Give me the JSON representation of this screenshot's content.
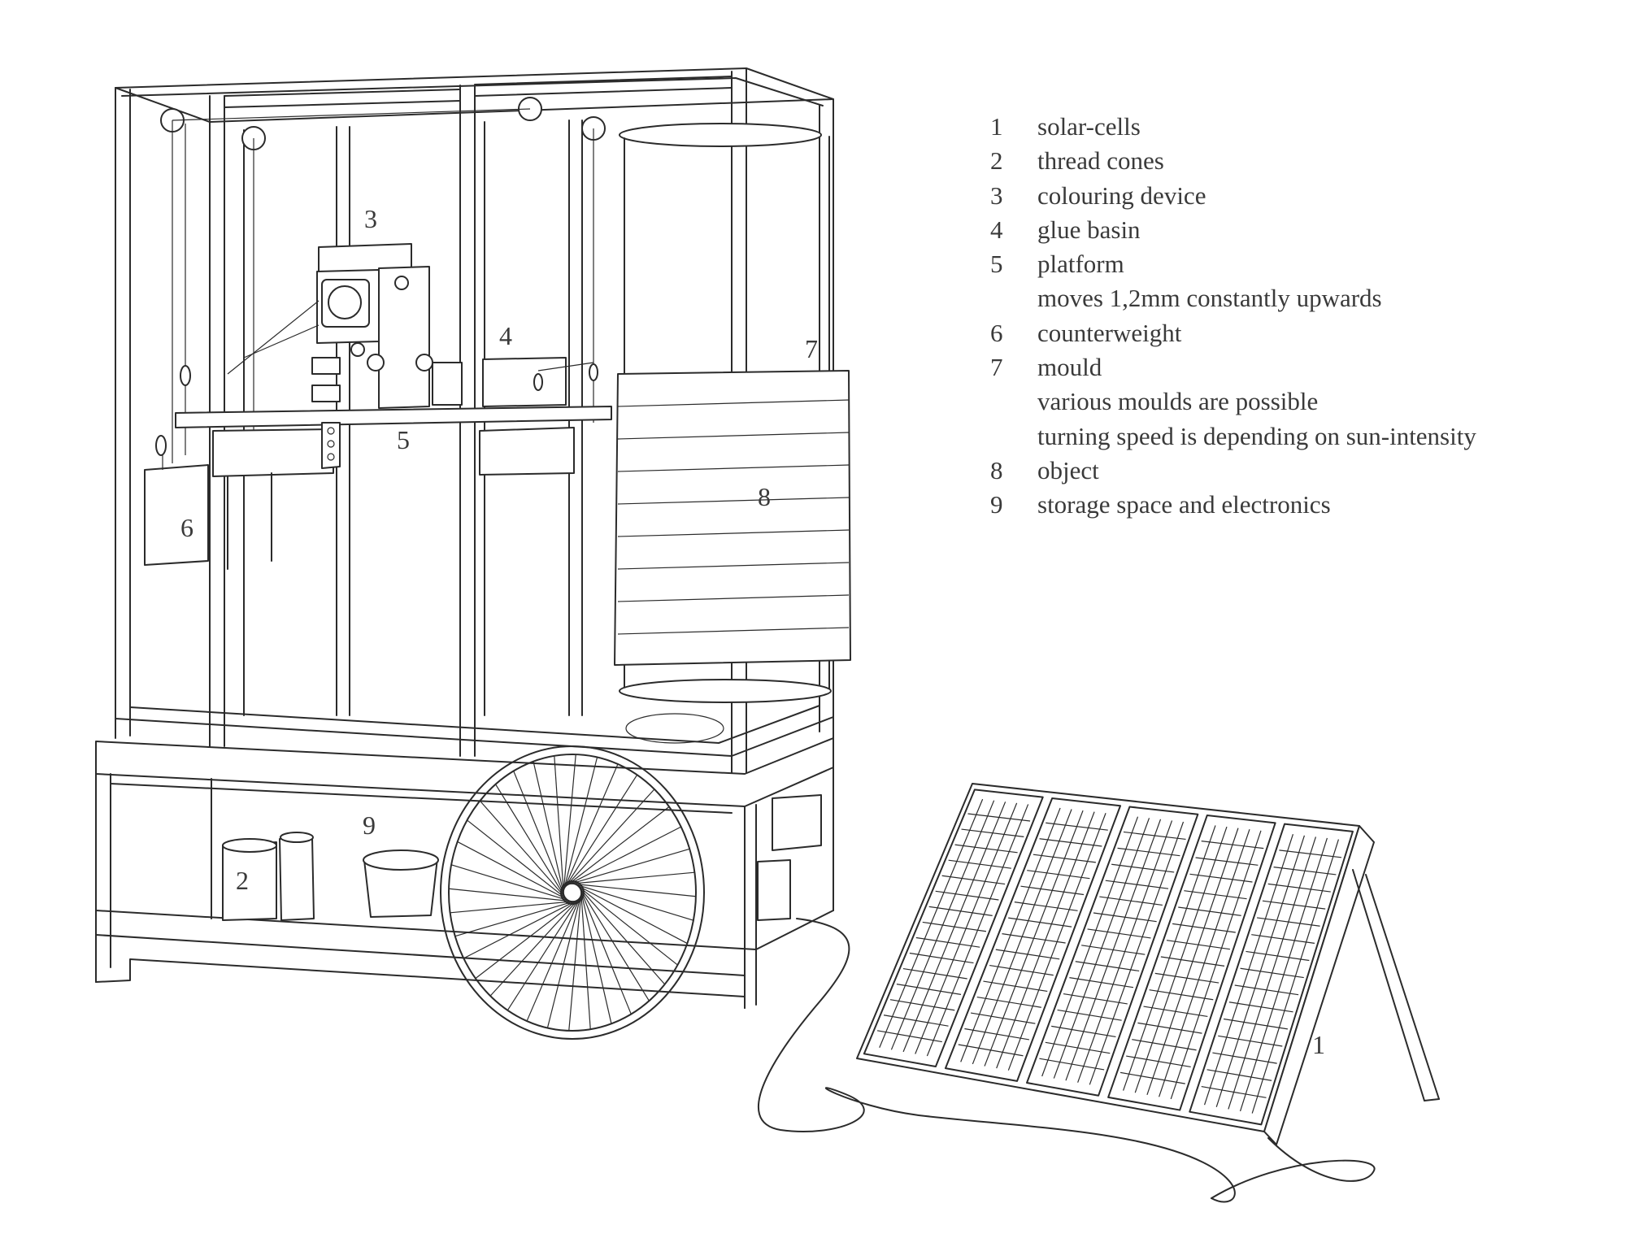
{
  "legend": [
    {
      "num": "1",
      "text": "solar-cells"
    },
    {
      "num": "2",
      "text": "thread cones"
    },
    {
      "num": "3",
      "text": "colouring device"
    },
    {
      "num": "4",
      "text": "glue basin"
    },
    {
      "num": "5",
      "text": "platform"
    },
    {
      "num": "",
      "text": "moves 1,2mm constantly upwards"
    },
    {
      "num": "6",
      "text": "counterweight"
    },
    {
      "num": "7",
      "text": "mould"
    },
    {
      "num": "",
      "text": "various moulds are possible"
    },
    {
      "num": "",
      "text": "turning speed is depending on sun-intensity"
    },
    {
      "num": "8",
      "text": "object"
    },
    {
      "num": "9",
      "text": "storage space and electronics"
    }
  ],
  "callouts": {
    "c1": "1",
    "c2": "2",
    "c3": "3",
    "c4": "4",
    "c5": "5",
    "c6": "6",
    "c7": "7",
    "c8": "8",
    "c9": "9"
  },
  "colors": {
    "line": "#2b2b2b",
    "text": "#3a3a3a",
    "background": "#ffffff"
  }
}
